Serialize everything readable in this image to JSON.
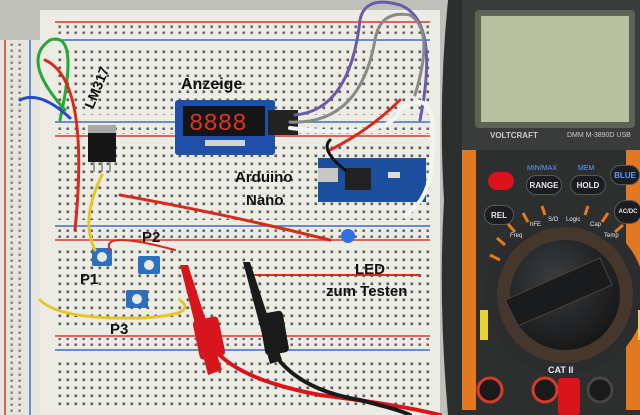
{
  "labels": {
    "lm317": "LM317",
    "anzeige": "Anzeige",
    "arduino_line1": "Arduino",
    "arduino_line2": "Nano",
    "p1": "P1",
    "p2": "P2",
    "p3": "P3",
    "led_line1": "LED",
    "led_line2": "zum Testen"
  },
  "multimeter": {
    "brand": "VOLTCRAFT",
    "model": "DMM M-3890D USB",
    "minmax_caption": "MIN/MAX",
    "mem_caption": "MEM",
    "range_button": "RANGE",
    "hold_button": "HOLD",
    "blue_button": "BLUE",
    "rel_button": "REL",
    "ac_button": "AC/DC",
    "cat_rating": "CAT II",
    "dial_legend": [
      "Freq",
      "hFE",
      "S/O",
      "Logic",
      "Cap",
      "Temp"
    ]
  },
  "colors": {
    "board": "#ecebe4",
    "rail_red": "#d83a2a",
    "rail_blue": "#3b6fcf",
    "display_blue": "#1f4fa8",
    "segment_red": "#ff3a2a",
    "arduino_blue": "#1c4e9e",
    "meter_body": "#2d2f2e",
    "lcd": "#b8c2a0",
    "dial_orange": "#e2781f"
  }
}
